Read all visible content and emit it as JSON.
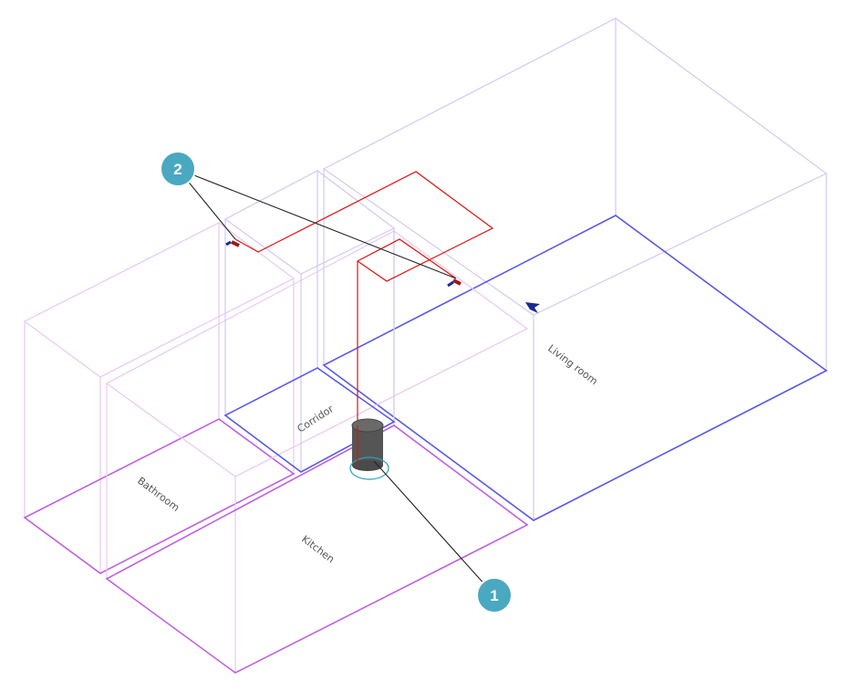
{
  "rooms": {
    "living_room": "Living room",
    "corridor": "Corridor",
    "bathroom": "Bathroom",
    "kitchen": "Kitchen"
  },
  "callouts": {
    "one": "1",
    "two": "2"
  },
  "colors": {
    "callout": "#4aa8c0",
    "pipe": "#e01010",
    "floor_blue": "#5a5ae6",
    "floor_magenta": "#c060e0"
  }
}
